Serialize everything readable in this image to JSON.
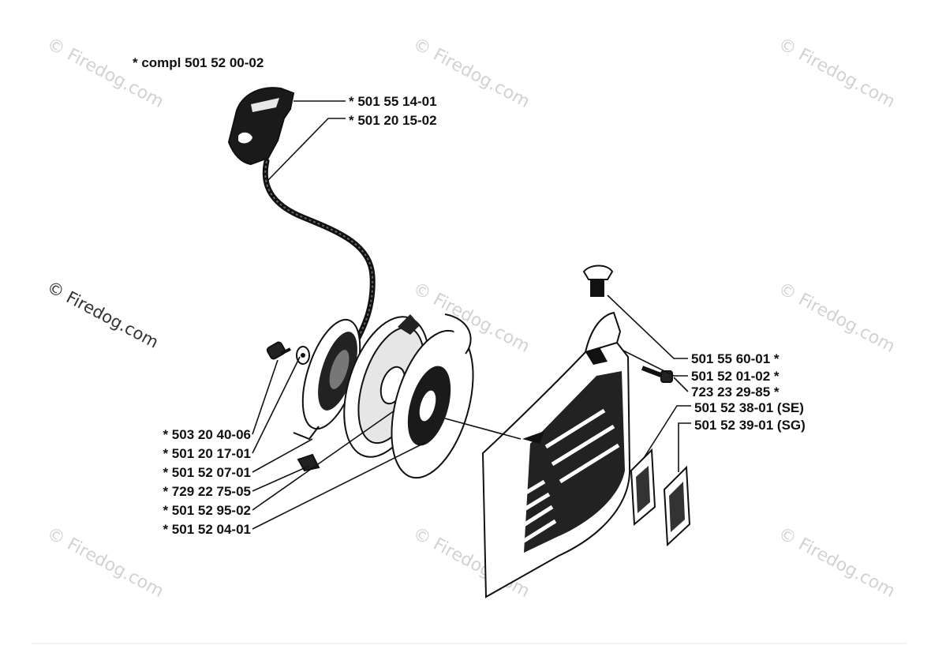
{
  "assembly": {
    "label": "*  compl 501 52 00-02"
  },
  "watermarks": {
    "text": "© Firedog.com",
    "side_text": "© Firedog.com"
  },
  "parts_left": [
    {
      "label": "*  503 20 40-06"
    },
    {
      "label": "*  501 20 17-01"
    },
    {
      "label": "*  501 52 07-01"
    },
    {
      "label": "*  729 22 75-05"
    },
    {
      "label": "*  501 52 95-02"
    },
    {
      "label": "*  501 52 04-01"
    }
  ],
  "parts_top": [
    {
      "label": "*  501 55 14-01"
    },
    {
      "label": "*  501 20 15-02"
    }
  ],
  "parts_right": [
    {
      "label": "501 55 60-01 *"
    },
    {
      "label": "501 52 01-02  *"
    },
    {
      "label": "723 23 29-85  *"
    },
    {
      "label": "501 52 38-01 (SE)"
    },
    {
      "label": "501 52 39-01 (SG)"
    }
  ],
  "colors": {
    "ink": "#111111",
    "watermark": "#d2d2d2",
    "background": "#ffffff"
  }
}
